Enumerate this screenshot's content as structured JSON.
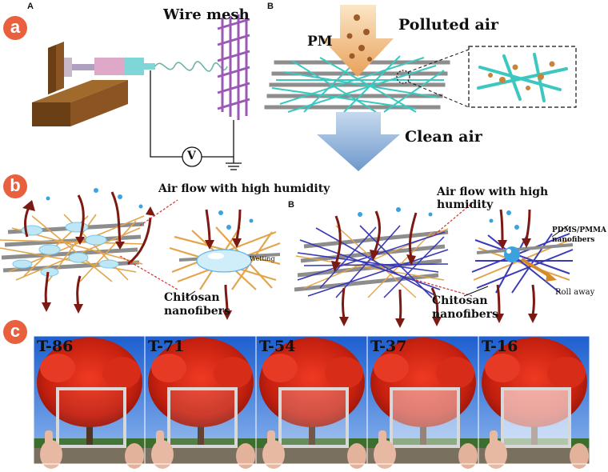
{
  "panel_a": {
    "badge": "a",
    "left_sub": "A",
    "right_sub": "B",
    "wire_mesh": "Wire mesh",
    "voltage": "V",
    "pm": "PM",
    "polluted_air": "Polluted air",
    "clean_air": "Clean air"
  },
  "panel_b": {
    "badge": "b",
    "right_sub": "B",
    "left_airflow": "Air flow with high humidity",
    "right_airflow": "Air flow with high humidity",
    "wetting": "Wetting",
    "left_chitosan": "Chitosan nanofibers",
    "right_chitosan": "Chitosan nanofibers",
    "pdms": "PDMS/PMMA nanofibers",
    "roll_away": "Roll away"
  },
  "panel_c": {
    "badge": "c",
    "photos": [
      {
        "label": "T-86"
      },
      {
        "label": "T-71"
      },
      {
        "label": "T-54"
      },
      {
        "label": "T-37"
      },
      {
        "label": "T-16"
      }
    ]
  },
  "colors": {
    "badge": "#e8603e",
    "wood": "#7a4a1c",
    "mesh": "#9b59b6",
    "fiber_cyan": "#3cc7c0",
    "fiber_orange": "#e3a54b",
    "fiber_blue": "#3a3ab8",
    "arrow_red": "#7b1a12",
    "drop": "#3aa3df",
    "sky": "#2a6fd6",
    "foliage": "#d12a1a"
  }
}
